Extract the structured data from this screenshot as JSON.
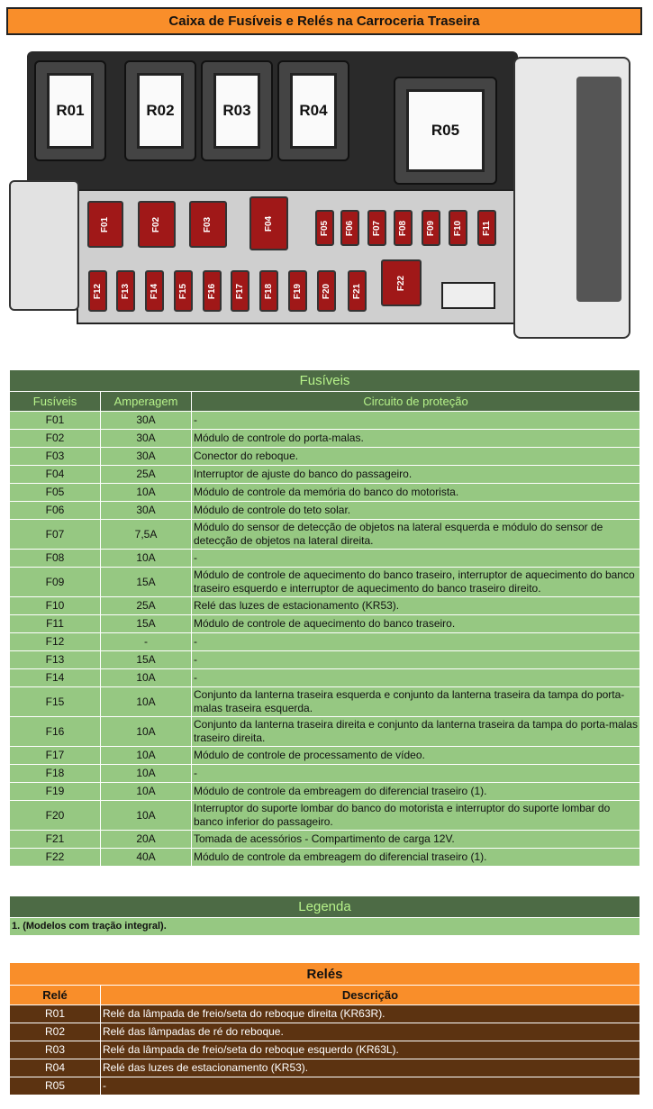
{
  "title": "Caixa de Fusíveis e Relés na Carroceria Traseira",
  "diagram": {
    "relays": [
      "R01",
      "R02",
      "R03",
      "R04",
      "R05"
    ],
    "fuses": [
      "F01",
      "F02",
      "F03",
      "F04",
      "F05",
      "F06",
      "F07",
      "F08",
      "F09",
      "F10",
      "F11",
      "F12",
      "F13",
      "F14",
      "F15",
      "F16",
      "F17",
      "F18",
      "F19",
      "F20",
      "F21",
      "F22"
    ]
  },
  "fuses_table": {
    "caption": "Fusíveis",
    "headers": [
      "Fusíveis",
      "Amperagem",
      "Circuito de proteção"
    ],
    "rows": [
      [
        "F01",
        "30A",
        "-"
      ],
      [
        "F02",
        "30A",
        "Módulo de controle do porta-malas."
      ],
      [
        "F03",
        "30A",
        "Conector do reboque."
      ],
      [
        "F04",
        "25A",
        "Interruptor de ajuste do banco do passageiro."
      ],
      [
        "F05",
        "10A",
        "Módulo de controle da memória do banco do motorista."
      ],
      [
        "F06",
        "30A",
        "Módulo de controle do teto solar."
      ],
      [
        "F07",
        "7,5A",
        "Módulo do sensor de detecção de objetos na lateral esquerda e módulo do sensor de detecção de objetos na lateral direita."
      ],
      [
        "F08",
        "10A",
        "-"
      ],
      [
        "F09",
        "15A",
        "Módulo de controle de aquecimento do banco traseiro, interruptor de aquecimento do banco traseiro esquerdo e interruptor de aquecimento do banco traseiro direito."
      ],
      [
        "F10",
        "25A",
        "Relé das luzes de estacionamento (KR53)."
      ],
      [
        "F11",
        "15A",
        "Módulo de controle de aquecimento do banco traseiro."
      ],
      [
        "F12",
        "-",
        "-"
      ],
      [
        "F13",
        "15A",
        "-"
      ],
      [
        "F14",
        "10A",
        "-"
      ],
      [
        "F15",
        "10A",
        "Conjunto da lanterna traseira esquerda e conjunto da lanterna traseira da tampa do porta-malas traseira esquerda."
      ],
      [
        "F16",
        "10A",
        "Conjunto da lanterna traseira direita e conjunto da lanterna traseira da tampa do porta-malas traseiro direita."
      ],
      [
        "F17",
        "10A",
        "Módulo de controle de processamento de vídeo."
      ],
      [
        "F18",
        "10A",
        "-"
      ],
      [
        "F19",
        "10A",
        "Módulo de controle da embreagem do diferencial traseiro (1)."
      ],
      [
        "F20",
        "10A",
        "Interruptor do suporte lombar do banco do motorista e interruptor do suporte lombar do banco inferior do passageiro."
      ],
      [
        "F21",
        "20A",
        "Tomada de acessórios - Compartimento de carga 12V."
      ],
      [
        "F22",
        "40A",
        "Módulo de controle da embreagem do diferencial traseiro (1)."
      ]
    ]
  },
  "legend": {
    "caption": "Legenda",
    "text": "1. (Modelos com tração integral)."
  },
  "relays_table": {
    "caption": "Relés",
    "headers": [
      "Relé",
      "Descrição"
    ],
    "rows": [
      [
        "R01",
        "Relé da lâmpada de freio/seta do reboque direita (KR63R)."
      ],
      [
        "R02",
        "Relé das lâmpadas de ré do reboque."
      ],
      [
        "R03",
        "Relé da lâmpada de freio/seta do reboque esquerdo (KR63L)."
      ],
      [
        "R04",
        "Relé das luzes de estacionamento (KR53)."
      ],
      [
        "R05",
        "-"
      ]
    ]
  }
}
